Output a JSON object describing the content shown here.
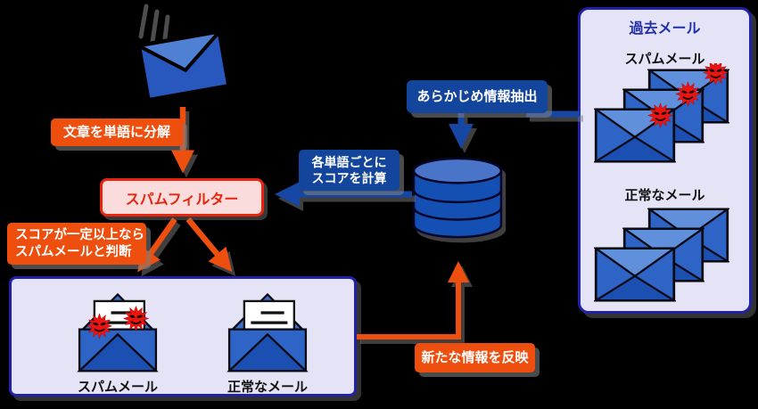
{
  "diagram_title": "spam-filter-flow",
  "colors": {
    "background": "#000000",
    "orange": "#EE4F0E",
    "blue": "#14459C",
    "navy_border": "#2222A8",
    "panel_bg": "#E4E4F6",
    "pink_bg": "#FBDCDC",
    "red": "#E8250C",
    "envelope_body": "#2E64C6",
    "envelope_flap": "#6090DC",
    "envelope_dark": "#1C4FB2",
    "virus_red": "#E81510"
  },
  "labels": {
    "split": "文章を単語に分解",
    "judge_line1": "スコアが一定以上なら",
    "judge_line2": "スパムメールと判断",
    "calc_line1": "各単語ごとに",
    "calc_line2": "スコアを計算",
    "extract": "あらかじめ情報抽出",
    "reflect": "新たな情報を反映"
  },
  "spam_filter": {
    "title": "スパムフィルター"
  },
  "result_box": {
    "spam_label": "スパムメール",
    "normal_label": "正常なメール"
  },
  "past_panel": {
    "title": "過去メール",
    "spam_label": "スパムメール",
    "normal_label": "正常なメール"
  },
  "icons": {
    "incoming-mail-icon": "blue closed envelope with motion lines",
    "database-icon": "blue cylinder stack (3 segments)",
    "virus-icon": "red starburst with devil face",
    "open-mail-icon": "open envelope with letter",
    "mail-stack-icon": "three overlapping closed envelopes"
  }
}
